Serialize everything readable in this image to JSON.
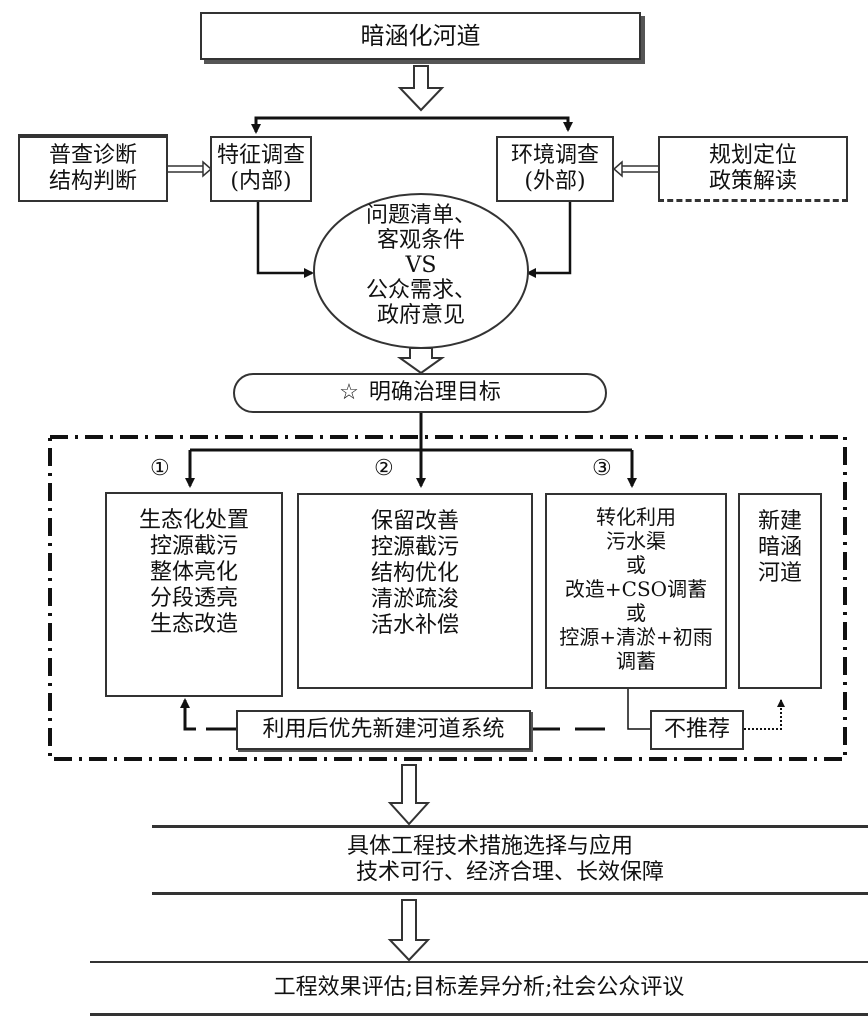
{
  "title_box": {
    "text": "暗涵化河道"
  },
  "left_input": {
    "lines": [
      "普查诊断",
      "结构判断"
    ]
  },
  "internal_survey": {
    "lines": [
      "特征调查",
      "(内部)"
    ]
  },
  "external_survey": {
    "lines": [
      "环境调查",
      "(外部)"
    ]
  },
  "right_input": {
    "lines": [
      "规划定位",
      "政策解读"
    ]
  },
  "comparison_ellipse": {
    "lines": [
      "问题清单、",
      "客观条件",
      "VS",
      "公众需求、",
      "政府意见"
    ]
  },
  "goal_box": {
    "star": "☆",
    "text": "明确治理目标"
  },
  "options": {
    "markers": [
      "①",
      "②",
      "③"
    ],
    "option1": {
      "lines": [
        "生态化处置",
        "控源截污",
        "整体亮化",
        "分段透亮",
        "生态改造"
      ]
    },
    "option2": {
      "lines": [
        "保留改善",
        "控源截污",
        "结构优化",
        "清淤疏浚",
        "活水补偿"
      ]
    },
    "option3": {
      "lines": [
        "转化利用",
        "污水渠",
        "或",
        "改造+CSO调蓄",
        "或",
        "控源+清淤+初雨",
        "调蓄"
      ]
    },
    "option4": {
      "lines": [
        "新建",
        "暗涵",
        "河道"
      ]
    },
    "priority_note": "利用后优先新建河道系统",
    "not_recommended": "不推荐"
  },
  "engineering_box": {
    "lines": [
      "具体工程技术措施选择与应用",
      "技术可行、经济合理、长效保障"
    ]
  },
  "evaluation_box": {
    "text": "工程效果评估;目标差异分析;社会公众评议"
  }
}
